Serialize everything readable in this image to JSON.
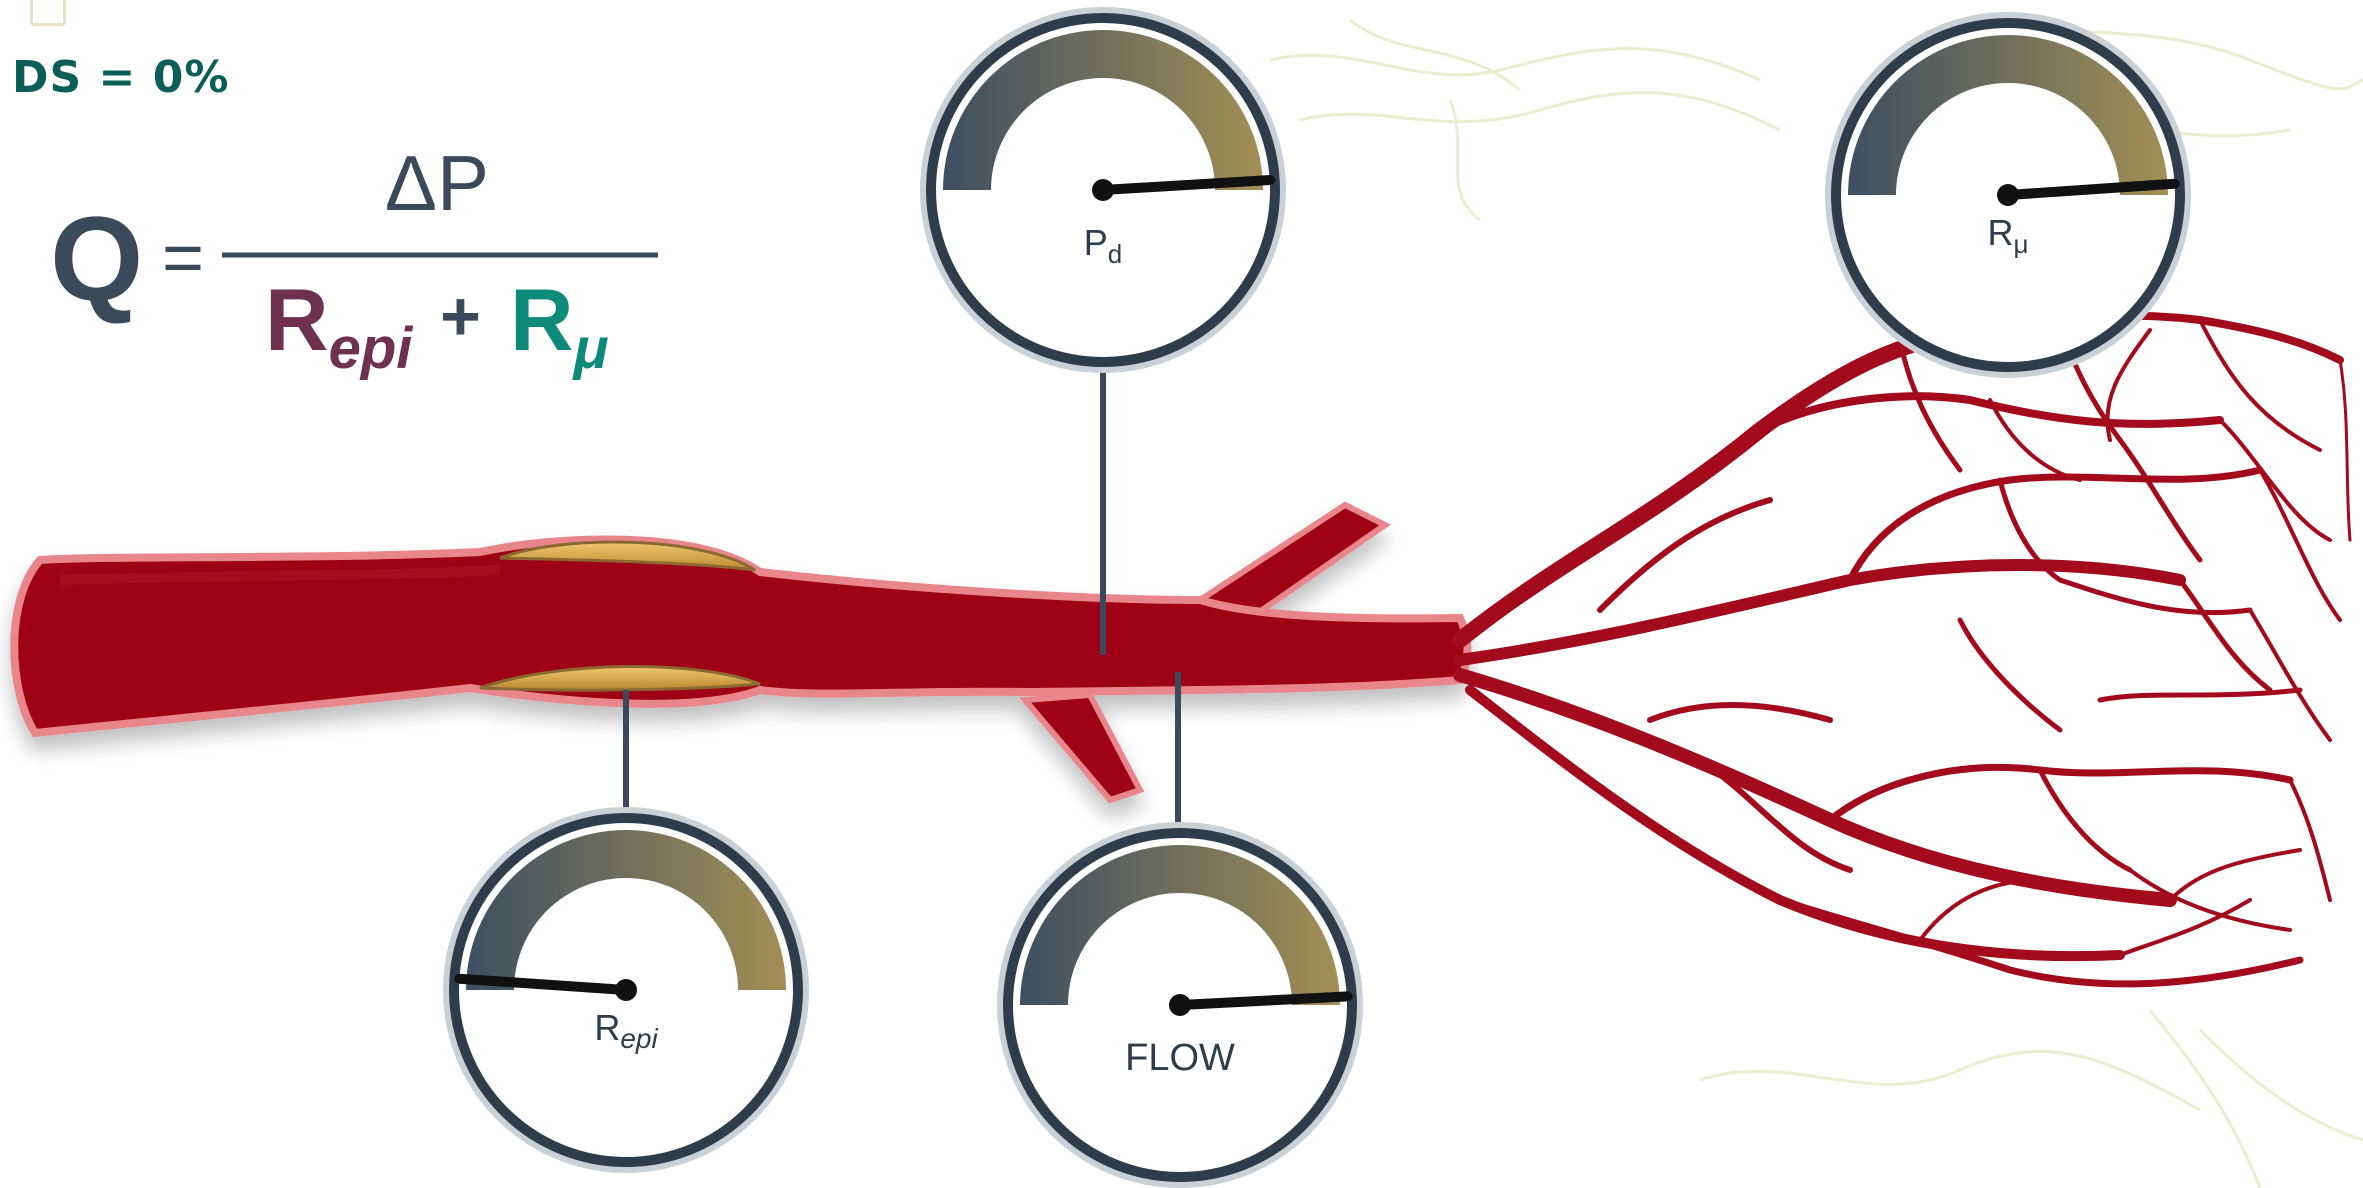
{
  "header": {
    "ds_label": "DS = 0%"
  },
  "equation": {
    "lhs": "Q",
    "equals": "=",
    "numerator": "ΔP",
    "den_r1": "R",
    "den_r1_sub": "epi",
    "plus": "+",
    "den_r2": "R",
    "den_r2_sub": "μ"
  },
  "gauges": {
    "pd": {
      "label_main": "P",
      "label_sub": "d",
      "level": 0.97
    },
    "rmu": {
      "label_main": "R",
      "label_sub": "μ",
      "level": 0.96
    },
    "repi": {
      "label_main": "R",
      "label_sub": "epi",
      "level": 0.04
    },
    "flow": {
      "label_main": "FLOW",
      "label_sub": "",
      "level": 0.98
    }
  },
  "colors": {
    "vessel": "#9e0012",
    "vessel_rim": "#e8868c",
    "plaque": "#d8a94a",
    "equation_dark": "#3b4a5a",
    "equation_repi": "#6e3150",
    "equation_rmu": "#0e8a7a",
    "gauge_start": "#3d4f62",
    "gauge_end": "#a38f55",
    "ds_text": "#0b5e57"
  }
}
